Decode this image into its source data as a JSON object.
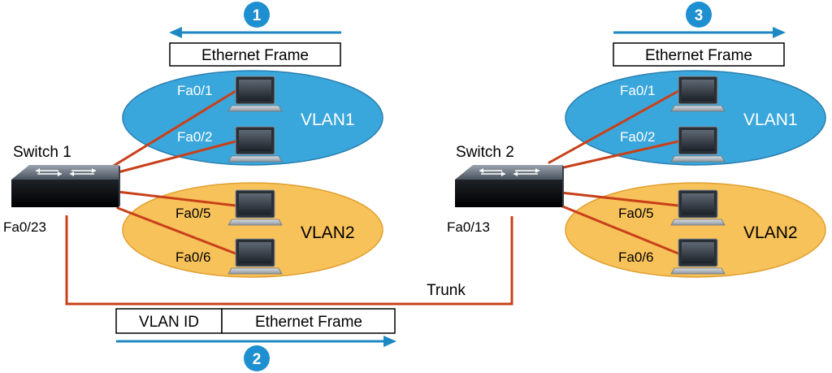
{
  "steps": {
    "step1": "1",
    "step2": "2",
    "step3": "3"
  },
  "frames": {
    "frame_top_left": "Ethernet Frame",
    "frame_top_right": "Ethernet Frame",
    "trunk_vlan_id": "VLAN ID",
    "trunk_ethernet_frame": "Ethernet Frame"
  },
  "switch1": {
    "label": "Switch 1",
    "trunk_port": "Fa0/23",
    "vlan1": {
      "label": "VLAN1",
      "ports": [
        "Fa0/1",
        "Fa0/2"
      ]
    },
    "vlan2": {
      "label": "VLAN2",
      "ports": [
        "Fa0/5",
        "Fa0/6"
      ]
    }
  },
  "switch2": {
    "label": "Switch 2",
    "trunk_port": "Fa0/13",
    "vlan1": {
      "label": "VLAN1",
      "ports": [
        "Fa0/1",
        "Fa0/2"
      ]
    },
    "vlan2": {
      "label": "VLAN2",
      "ports": [
        "Fa0/5",
        "Fa0/6"
      ]
    }
  },
  "trunk_label": "Trunk",
  "colors": {
    "link": "#c8401a",
    "arrow": "#1e88c2",
    "vlan1_fill": "#3aa7dc",
    "vlan2_fill": "#f8c25a",
    "badge": "#1e8fd0"
  }
}
